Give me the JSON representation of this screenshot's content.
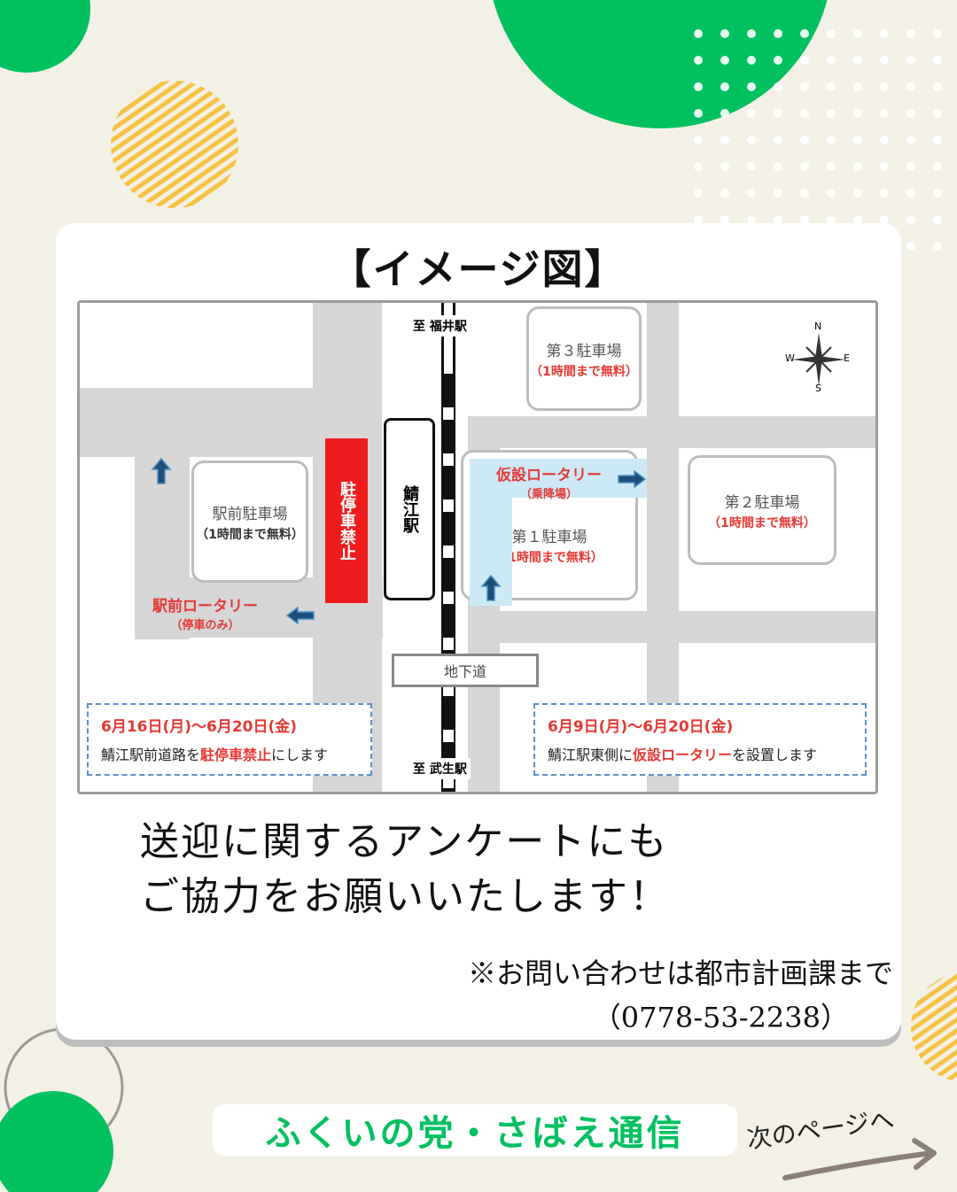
{
  "heading": "【イメージ図】",
  "map": {
    "north_label": "至 福井駅",
    "south_label": "至 武生駅",
    "station": "鯖江駅",
    "no_parking": "駐停車禁止",
    "underpass": "地下道",
    "lot3": {
      "name": "第３駐車場",
      "note": "（1時間まで無料）"
    },
    "lot_front": {
      "name": "駅前駐車場",
      "note": "（1時間まで無料）"
    },
    "lot1": {
      "name": "第１駐車場",
      "note": "（1時間まで無料）"
    },
    "lot2": {
      "name": "第２駐車場",
      "note": "（1時間まで無料）"
    },
    "temp_rotary": {
      "name": "仮設ロータリー",
      "note": "（乗降場）"
    },
    "front_rotary": {
      "name": "駅前ロータリー",
      "note": "（停車のみ）"
    },
    "compass": {
      "n": "N",
      "s": "S",
      "e": "E",
      "w": "W"
    },
    "notice_left": {
      "date": "6月16日(月)〜6月20日(金)",
      "text_pre": "鯖江駅前道路を",
      "text_em": "駐停車禁止",
      "text_post": "にします"
    },
    "notice_right": {
      "date": "6月9日(月)〜6月20日(金)",
      "text_pre": "鯖江駅東側に",
      "text_em": "仮設ロータリー",
      "text_post": "を設置します"
    }
  },
  "message_line1": "送迎に関するアンケートにも",
  "message_line2": "ご協力をお願いいたします！",
  "contact_line1": "※お問い合わせは都市計画課まで",
  "contact_line2": "（0778-53-2238）",
  "footer_brand": "ふくいの党・さばえ通信",
  "next_page": "次のページへ",
  "colors": {
    "green": "#00c060",
    "yellow": "#f6c244",
    "red": "#e53935",
    "blue_arrow": "#1f4e79"
  }
}
